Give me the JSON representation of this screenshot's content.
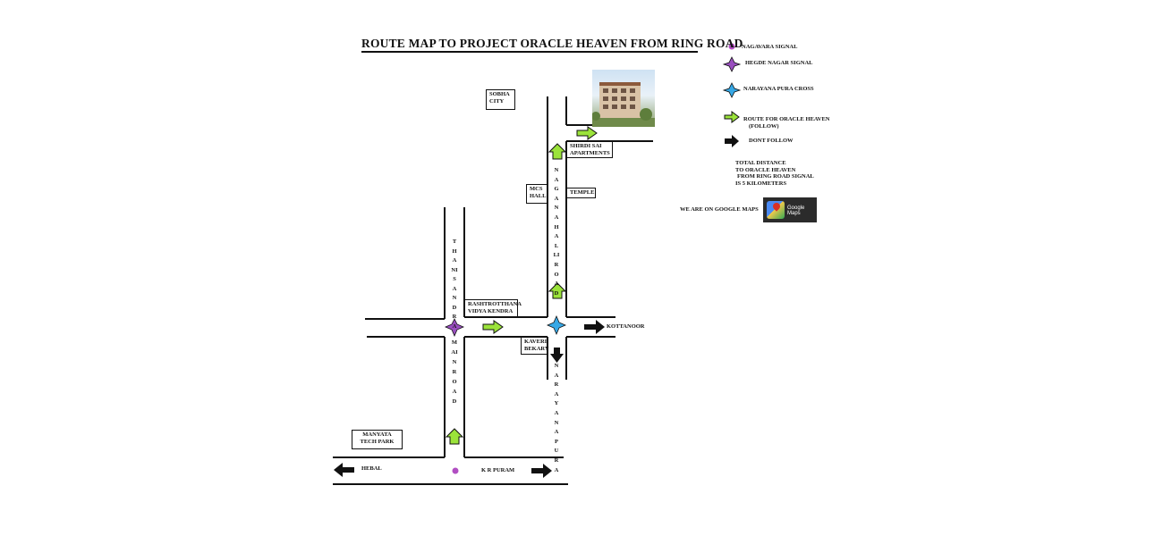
{
  "title": "ROUTE MAP TO PROJECT ORACLE HEAVEN FROM RING ROAD",
  "colors": {
    "road": "#111111",
    "route_arrow": "#9be33a",
    "dont_follow_arrow": "#111111",
    "nagavara_signal": "#b14ec2",
    "hegde_nagar_signal": "#9a4fc0",
    "narayana_pura_cross": "#36a8e6"
  },
  "roads": {
    "thanisandra": "THANISANDRA",
    "thanisandra_main": "MAIN ROAD",
    "naganahalli": "NAGANAHALLI ROAD",
    "narayanapura": "NARAYANAPURA"
  },
  "places": {
    "sobha_city": [
      "SOBHA",
      "CITY"
    ],
    "shirdi_sai": [
      "SHIRDI SAI",
      "APARTMENTS"
    ],
    "mcs_hall": [
      "MCS",
      "HALL"
    ],
    "temple": "TEMPLE",
    "rashtrotthana": [
      "RASHTROTTHANA",
      "VIDYA KENDRA"
    ],
    "kaveri_bekary": [
      "KAVERI",
      "BEKARY"
    ],
    "manyata": [
      "MANYATA",
      "TECH PARK"
    ]
  },
  "directions": {
    "kottanoor": "KOTTANOOR",
    "hebal": "HEBAL",
    "kr_puram": "K R PURAM"
  },
  "legend": {
    "nagavara": "NAGAVARA SIGNAL",
    "hegde": "HEGDE NAGAR SIGNAL",
    "narayana": "NARAYANA PURA CROSS",
    "route": "ROUTE FOR ORACLE HEAVEN",
    "route_sub": "(FOLLOW)",
    "dont": "DONT FOLLOW",
    "distance": [
      "TOTAL DISTANCE",
      "TO ORACLE HEAVEN",
      "FROM RING ROAD SIGNAL",
      "IS 5 KILOMETERS"
    ],
    "google": "WE ARE ON GOOGLE MAPS",
    "google_badge": "Google Maps",
    "icons": {
      "nagavara": "purple-dot-icon",
      "hegde": "purple-four-point-star-icon",
      "narayana": "blue-four-point-star-icon",
      "route": "green-arrow-icon",
      "dont": "black-arrow-icon"
    }
  }
}
